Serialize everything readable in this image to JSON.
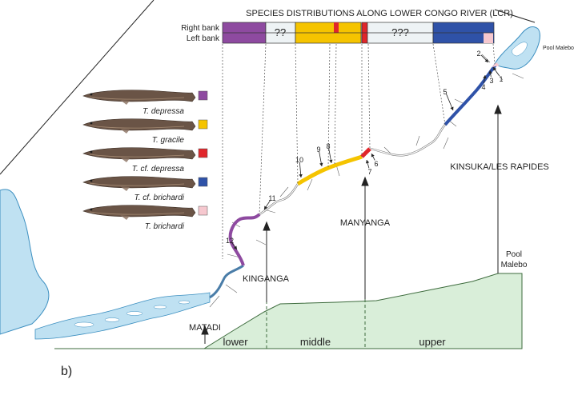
{
  "title": "SPECIES DISTRIBUTIONS ALONG LOWER CONGO RIVER (LCR)",
  "banks": {
    "right": "Right bank",
    "left": "Left bank"
  },
  "unknown": {
    "first": "??",
    "second": "???"
  },
  "places": {
    "pool": "Pool Malebo",
    "pool_profile": [
      "Pool",
      "Malebo"
    ],
    "kinsuka": "KINSUKA/LES RAPIDES",
    "manyanga": "MANYANGA",
    "kinganga": "KINGANGA",
    "matadi": "MATADI"
  },
  "sections": {
    "lower": "lower",
    "middle": "middle",
    "upper": "upper"
  },
  "panel_label": "b)",
  "sites": [
    "1",
    "2",
    "3",
    "4",
    "5",
    "6",
    "7",
    "8",
    "9",
    "10",
    "11",
    "12"
  ],
  "species": [
    {
      "name": "T. depressa",
      "color": "#8e4aa0"
    },
    {
      "name": "T. gracile",
      "color": "#f5c400"
    },
    {
      "name": "T. cf. depressa",
      "color": "#e0262b"
    },
    {
      "name": "T. cf. brichardi",
      "color": "#2f52a8"
    },
    {
      "name": "T. brichardi",
      "color": "#f6c8cf"
    }
  ],
  "colors": {
    "water": "#bfe1f2",
    "water_edge": "#3c8fc0",
    "profile": "#d9eed9",
    "profile_edge": "#3d6b3d",
    "unknown": "#eef3f5"
  }
}
